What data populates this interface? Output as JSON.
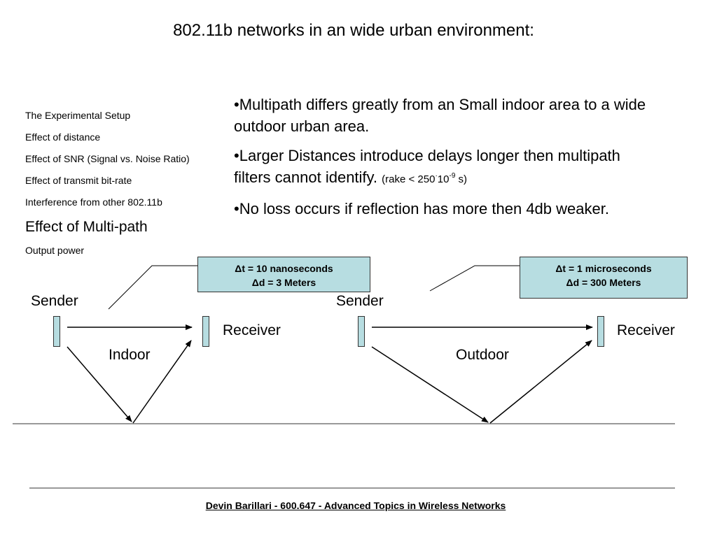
{
  "title": "802.11b networks in an wide urban environment:",
  "agenda": [
    {
      "label": "The Experimental Setup"
    },
    {
      "label": "Effect of distance"
    },
    {
      "label": "Effect of SNR (Signal vs. Noise Ratio)"
    },
    {
      "label": "Effect of transmit bit-rate"
    },
    {
      "label": "Interference from other 802.11b"
    },
    {
      "label": "Effect of Multi-path"
    },
    {
      "label": "Output power"
    }
  ],
  "bullets": [
    {
      "text": "•Multipath differs greatly from an Small indoor area to a wide outdoor urban area."
    },
    {
      "text": "•Larger Distances introduce delays longer then multipath filters cannot identify.",
      "aside_open": "(rake < 250",
      "aside_dot": "·",
      "aside_mid": "10",
      "aside_exp": "-9",
      "aside_close": " s)"
    },
    {
      "text": "•No loss occurs if reflection has more then 4db weaker."
    }
  ],
  "diagram": {
    "indoor": {
      "callout_line1": "Δt = 10 nanoseconds",
      "callout_line2": "Δd = 3 Meters",
      "sender": "Sender",
      "receiver": "Receiver",
      "environment": "Indoor"
    },
    "outdoor": {
      "callout_line1": "Δt = 1 microseconds",
      "callout_line2": "Δd = 300 Meters",
      "sender": "Sender",
      "receiver": "Receiver",
      "environment": "Outdoor"
    }
  },
  "footer": "Devin Barillari - 600.647 - Advanced Topics in Wireless Networks",
  "colors": {
    "callout_fill": "#b7dde1",
    "antenna_fill": "#b7dde1",
    "ink": "#000000"
  }
}
